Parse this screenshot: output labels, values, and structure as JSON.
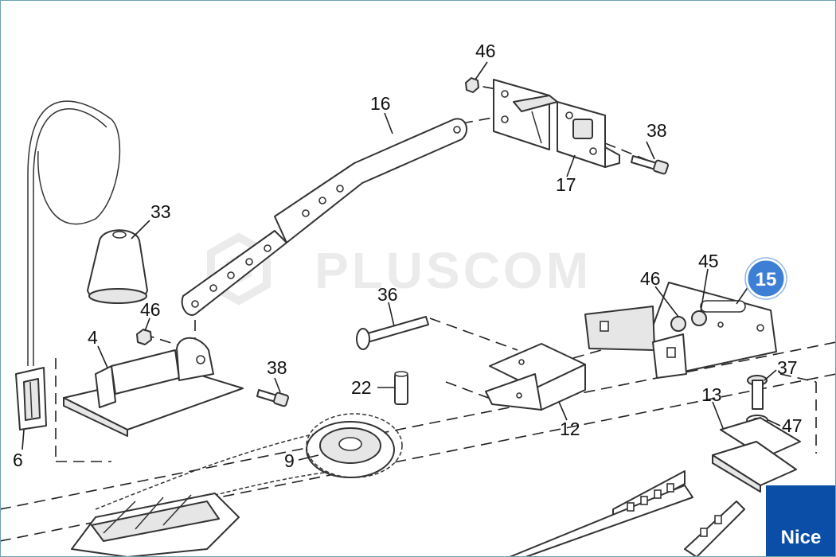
{
  "diagram": {
    "watermark": "PLUSCOM",
    "brand_logo": "Nice",
    "highlight_badge": "15",
    "callouts": {
      "c46_top": "46",
      "c16": "16",
      "c38_top": "38",
      "c17": "17",
      "c33": "33",
      "c46_left": "46",
      "c4": "4",
      "c38_mid": "38",
      "c36": "36",
      "c46_right": "46",
      "c45": "45",
      "c37": "37",
      "c22": "22",
      "c13": "13",
      "c47": "47",
      "c12": "12",
      "c9": "9",
      "c6": "6"
    },
    "colors": {
      "badge": "#3d7fd4",
      "logo": "#0a4ea8",
      "line": "#333333"
    }
  }
}
